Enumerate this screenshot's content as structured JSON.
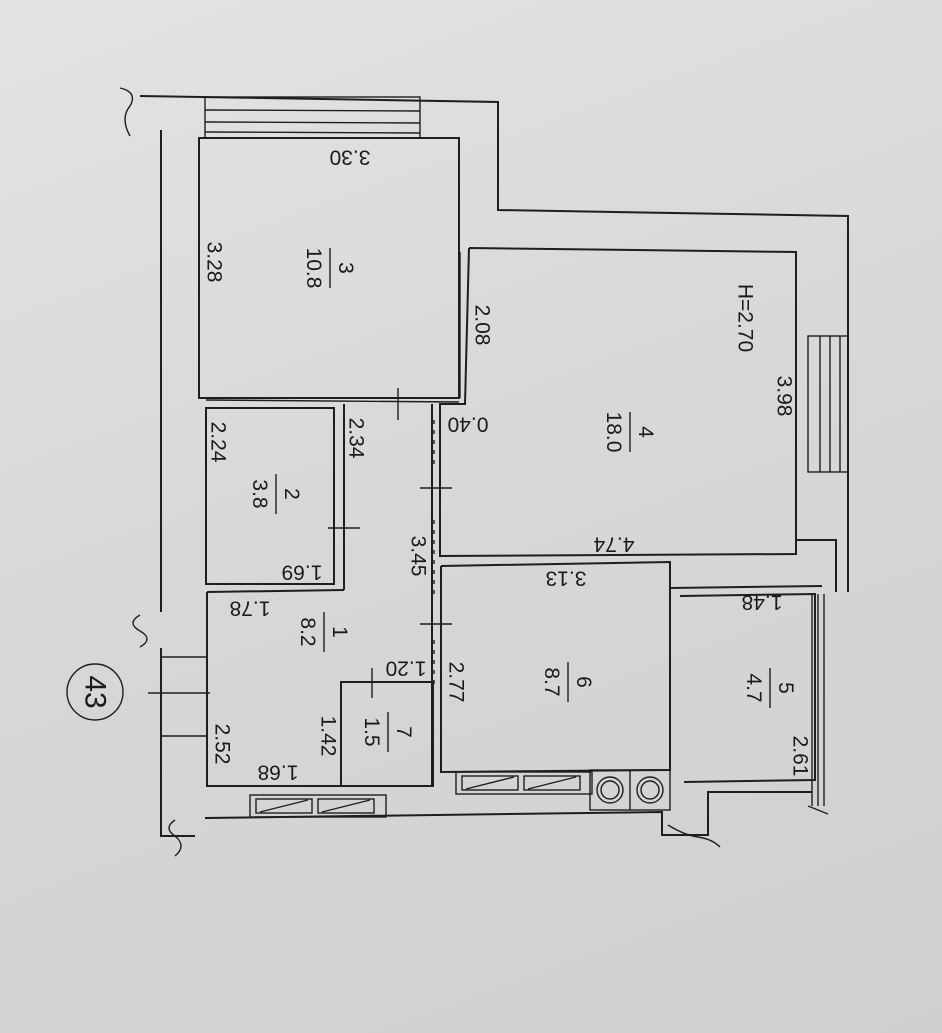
{
  "plan": {
    "apartment_number": "43",
    "ceiling_height": "H=2.70",
    "rooms": [
      {
        "id": "room-3",
        "number": "3",
        "area": "10.8"
      },
      {
        "id": "room-4",
        "number": "4",
        "area": "18.0"
      },
      {
        "id": "room-2",
        "number": "2",
        "area": "3.8"
      },
      {
        "id": "room-1",
        "number": "1",
        "area": "8.2"
      },
      {
        "id": "room-6",
        "number": "6",
        "area": "8.7"
      },
      {
        "id": "room-5",
        "number": "5",
        "area": "4.7"
      },
      {
        "id": "room-7",
        "number": "7",
        "area": "1.5"
      }
    ],
    "dimensions": [
      "3.30",
      "3.28",
      "2.08",
      "3.98",
      "0.40",
      "2.24",
      "2.34",
      "4.74",
      "3.45",
      "1.69",
      "3.13",
      "1.78",
      "1.48",
      "1.20",
      "2.77",
      "1.42",
      "2.52",
      "1.68",
      "2.61"
    ]
  }
}
